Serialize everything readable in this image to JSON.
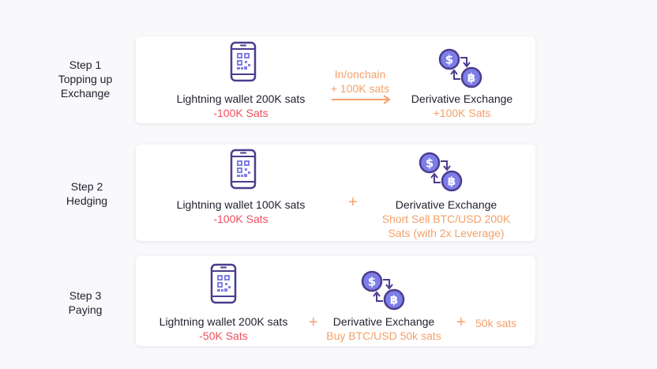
{
  "colors": {
    "negative": "#ef5060",
    "positive": "#f4a06a",
    "icon_purple": "#4b3c8f",
    "icon_fill": "#7e7ee8"
  },
  "steps": [
    {
      "label_lines": [
        "Step 1",
        "Topping up",
        "Exchange"
      ],
      "wallet": {
        "title": "Lightning wallet 200K sats",
        "delta": "-100K Sats",
        "icon": "phone-qr-icon"
      },
      "arrow": {
        "line1": "In/onchain",
        "line2": "+ 100K sats"
      },
      "exchange": {
        "title": "Derivative Exchange",
        "line1": "+100K Sats",
        "icon": "dollar-bitcoin-exchange-icon"
      }
    },
    {
      "label_lines": [
        "Step 2",
        "Hedging"
      ],
      "wallet": {
        "title": "Lightning wallet 100K sats",
        "delta": "-100K Sats",
        "icon": "phone-qr-icon"
      },
      "plus": "+",
      "exchange": {
        "title": "Derivative Exchange",
        "line1": "Short Sell BTC/USD 200K",
        "line2": "Sats (with 2x Leverage)",
        "icon": "dollar-bitcoin-exchange-icon"
      }
    },
    {
      "label_lines": [
        "Step 3",
        "Paying"
      ],
      "wallet": {
        "title": "Lightning wallet 200K sats",
        "delta": "-50K Sats",
        "icon": "phone-qr-icon"
      },
      "plus1": "+",
      "exchange": {
        "title": "Derivative Exchange",
        "line1": "Buy BTC/USD 50k sats",
        "icon": "dollar-bitcoin-exchange-icon"
      },
      "plus2": "+",
      "extra": "50k sats"
    }
  ]
}
